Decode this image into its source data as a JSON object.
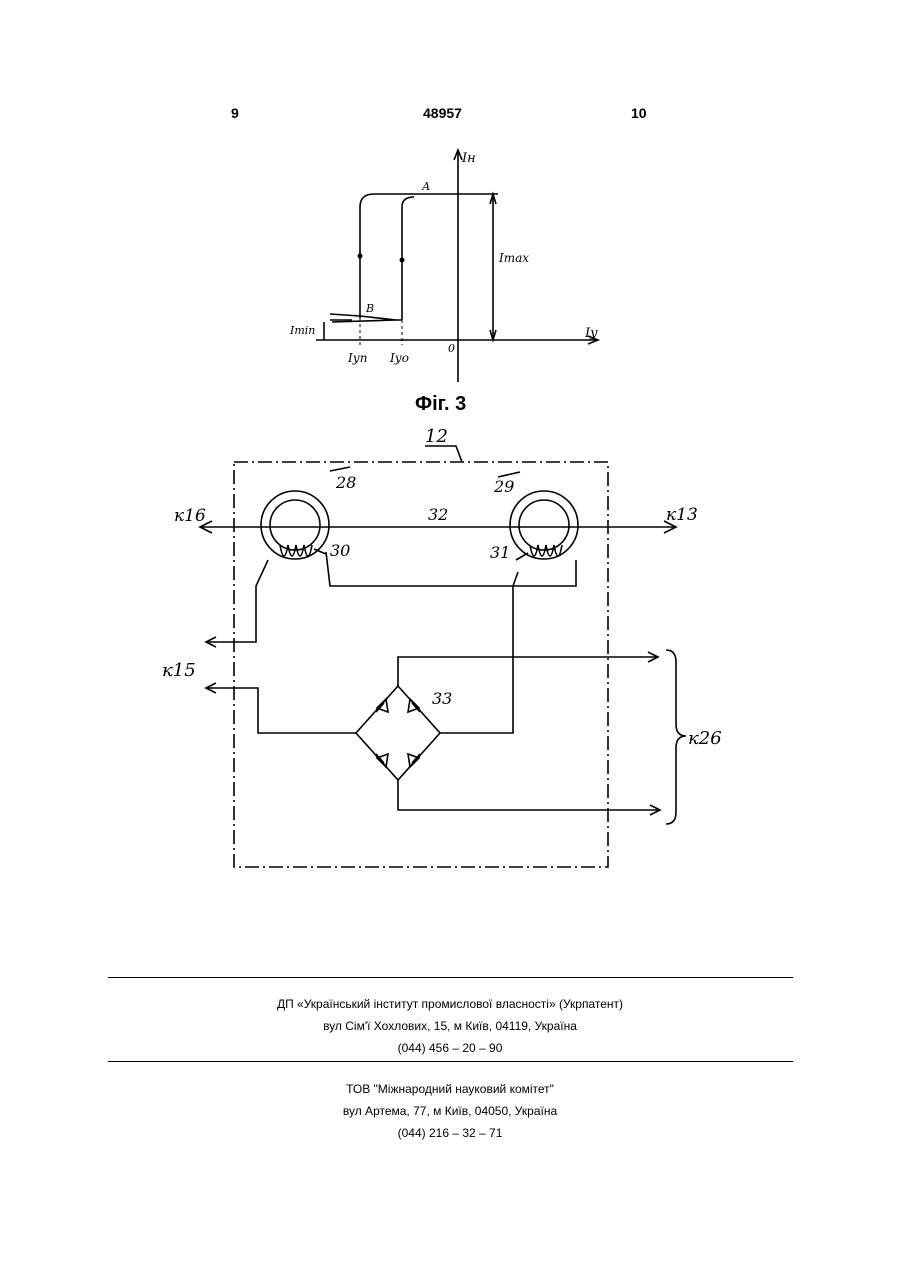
{
  "header": {
    "page_left": "9",
    "patent_number": "48957",
    "page_right": "10"
  },
  "figure3": {
    "caption": "Фіг. 3",
    "labels": {
      "y_axis": "Ін",
      "x_axis": "Іу",
      "origin": "0",
      "point_a": "А",
      "point_b": "В",
      "i_max": "Іmax",
      "i_min": "Іmin",
      "i_vn": "Іуп",
      "i_vp": "Іуо"
    }
  },
  "figure4": {
    "labels": {
      "block": "12",
      "core_left": "28",
      "core_right": "29",
      "wire": "32",
      "coil_left": "30",
      "coil_right": "31",
      "bridge": "33",
      "to_16": "к16",
      "to_13": "к13",
      "to_15": "к15",
      "to_26": "к26"
    }
  },
  "footer": {
    "org1_name": "ДП «Український інститут промислової власності» (Укрпатент)",
    "org1_address": "вул  Сім'ї Хохлових, 15, м  Київ, 04119, Україна",
    "org1_phone": "(044) 456 – 20 –  90",
    "org2_name": "ТОВ \"Міжнародний науковий комітет\"",
    "org2_address": "вул  Артема, 77, м  Київ, 04050, Україна",
    "org2_phone": "(044) 216 – 32 – 71"
  }
}
